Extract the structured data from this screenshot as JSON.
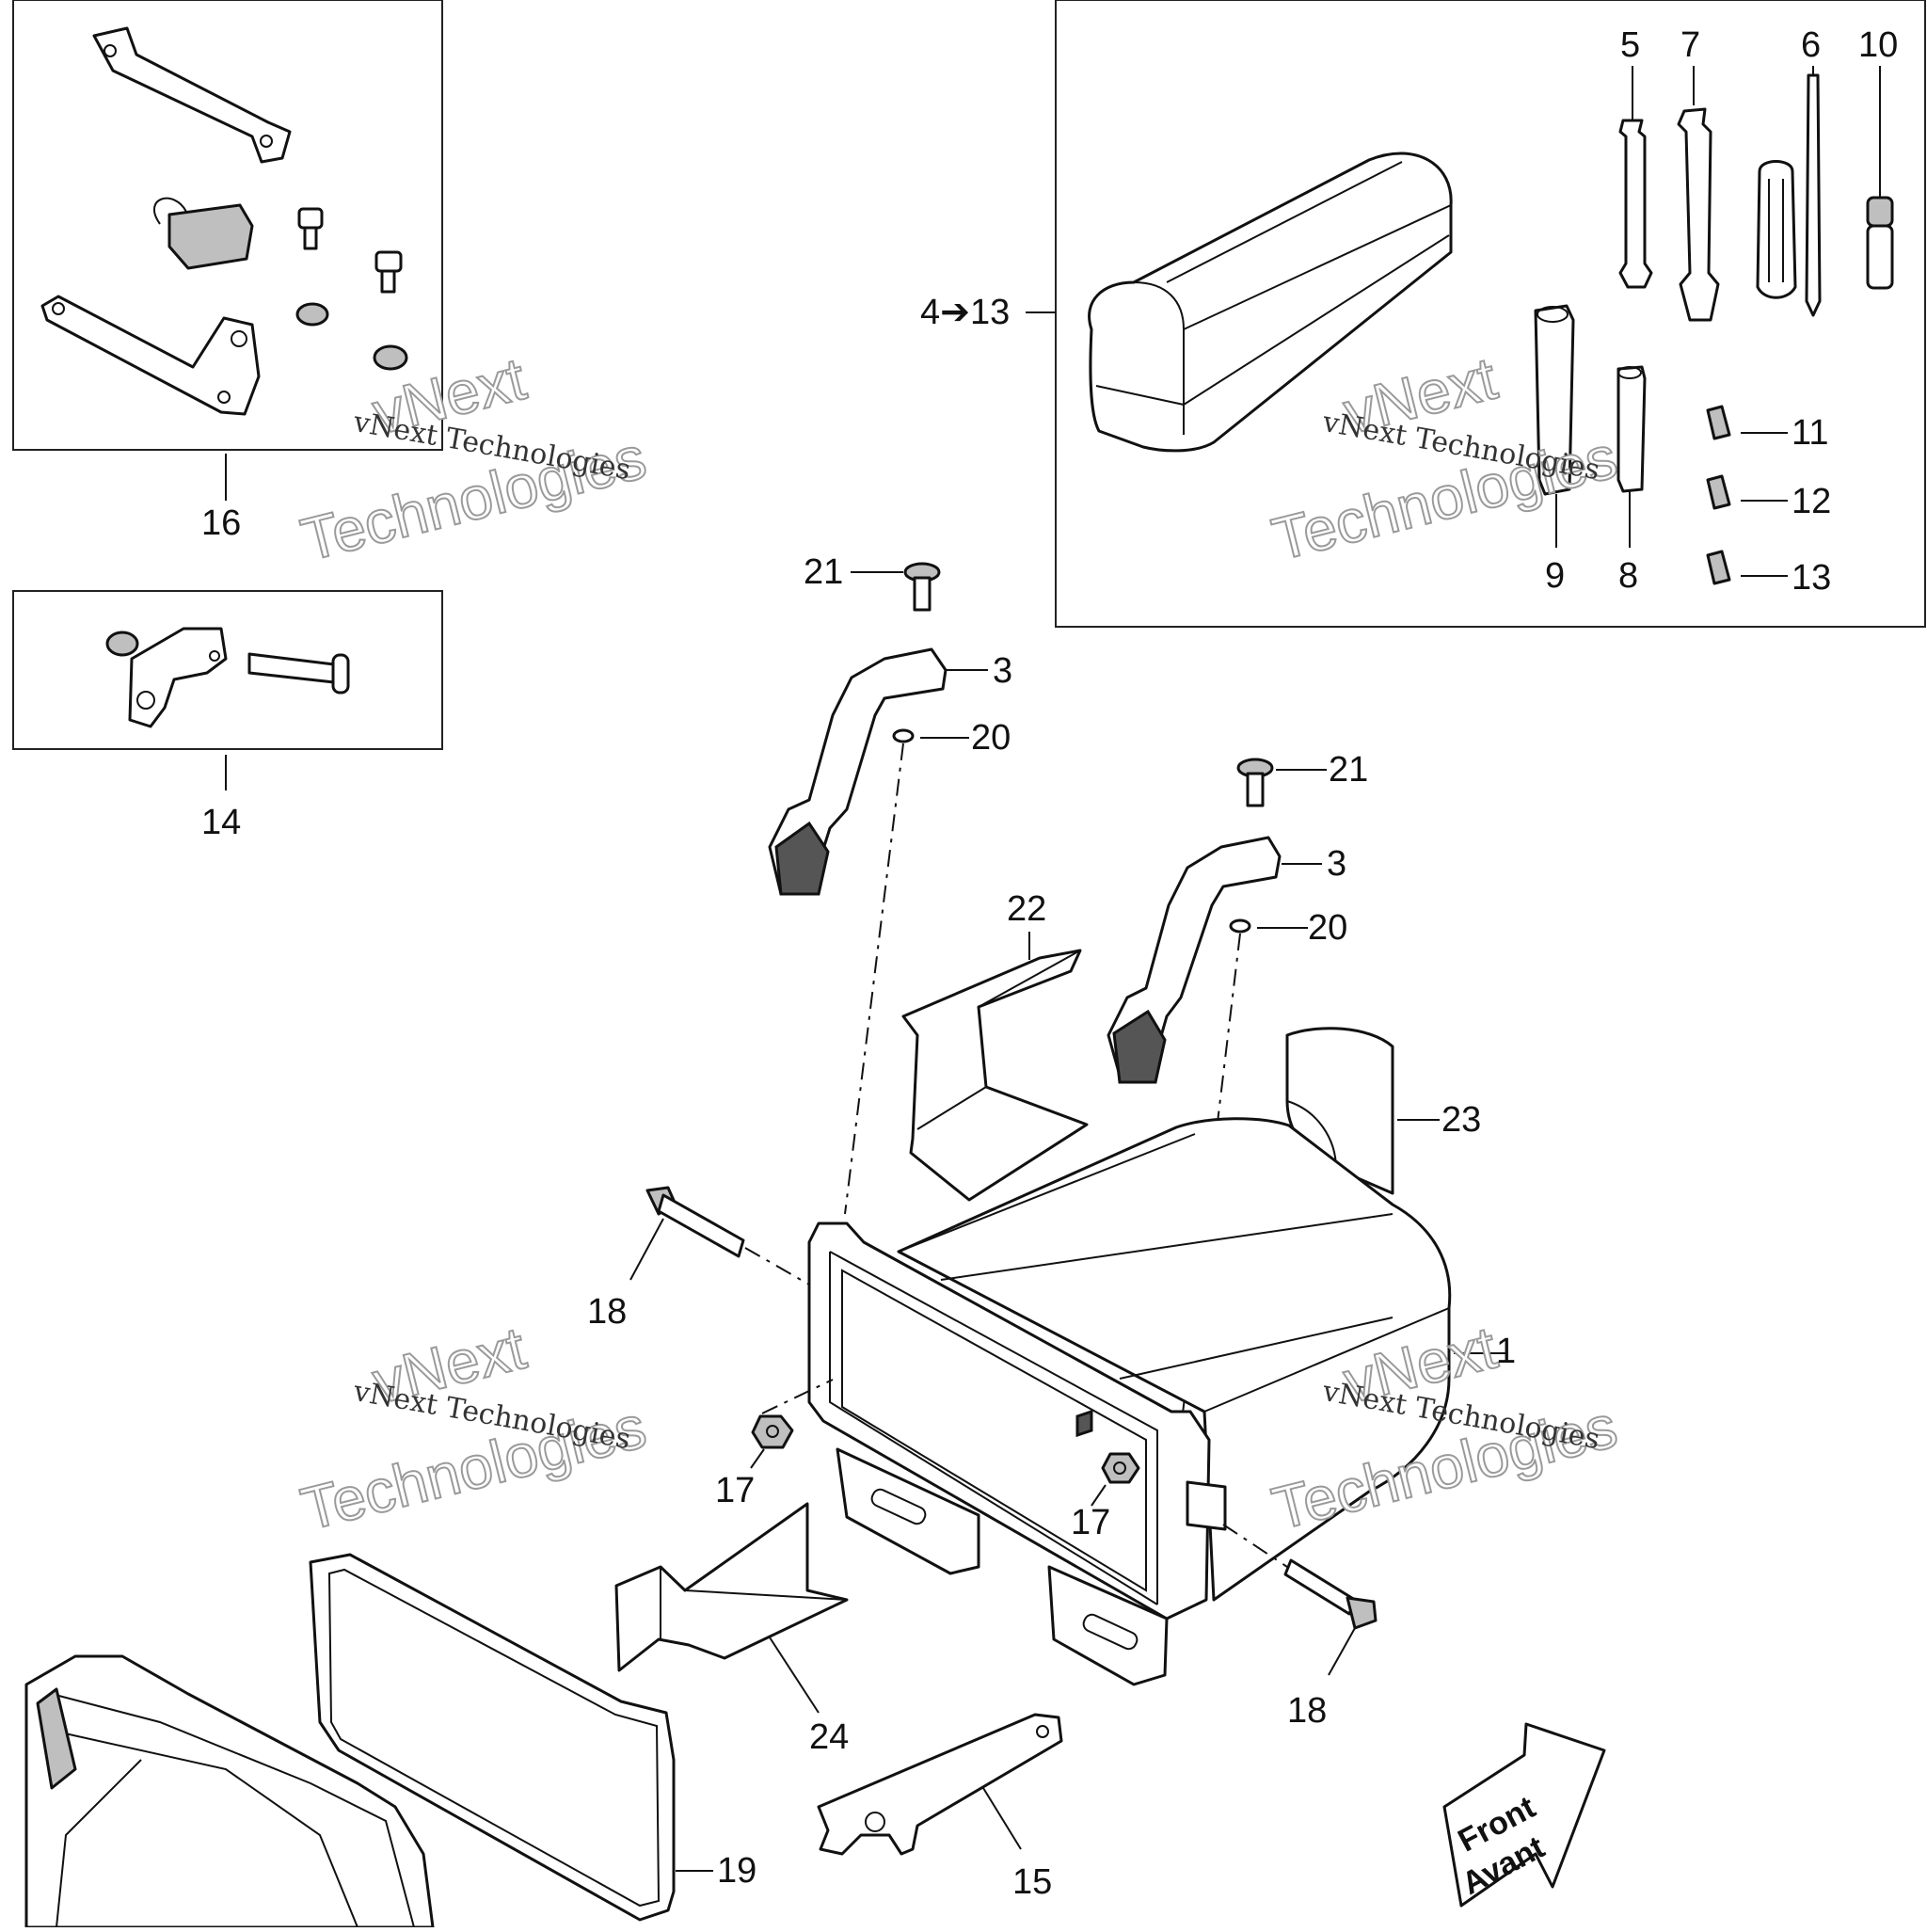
{
  "callouts": {
    "c1": "1",
    "c3a": "3",
    "c3b": "3",
    "c4to13": "4➔13",
    "c5": "5",
    "c6": "6",
    "c7": "7",
    "c8": "8",
    "c9": "9",
    "c10": "10",
    "c11": "11",
    "c12": "12",
    "c13": "13",
    "c14": "14",
    "c15": "15",
    "c16": "16",
    "c17a": "17",
    "c17b": "17",
    "c18a": "18",
    "c18b": "18",
    "c19": "19",
    "c20a": "20",
    "c20b": "20",
    "c21a": "21",
    "c21b": "21",
    "c22": "22",
    "c23": "23",
    "c24": "24"
  },
  "watermark": {
    "line": "vNext Technologies",
    "word1": "vNext",
    "word2": "Technologies"
  },
  "direction": {
    "line1": "Front",
    "line2": "Avant"
  }
}
